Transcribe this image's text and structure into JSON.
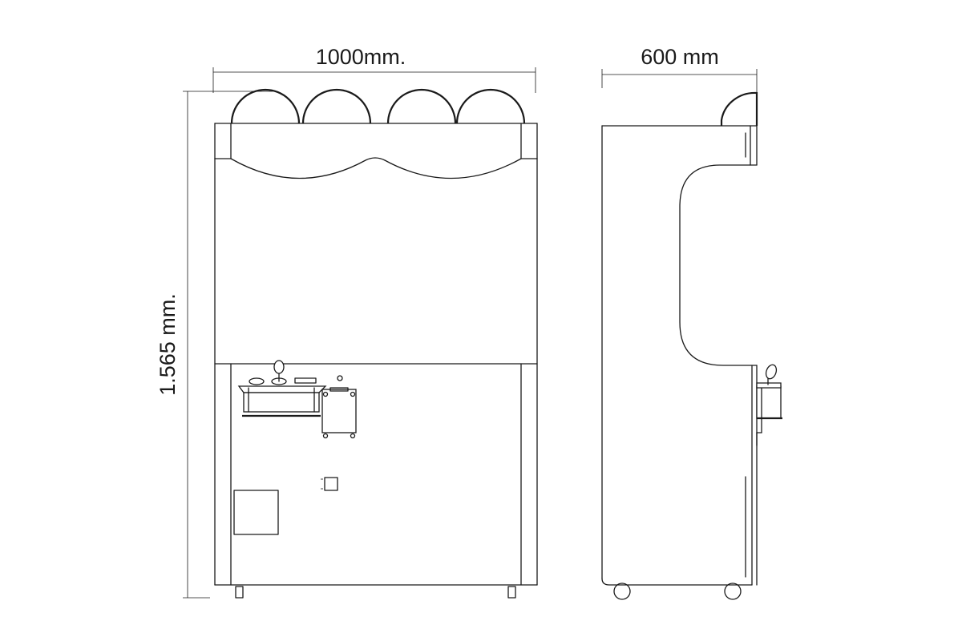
{
  "dimensions": {
    "width": "1000mm.",
    "depth": "600 mm",
    "height": "1.565 mm."
  }
}
